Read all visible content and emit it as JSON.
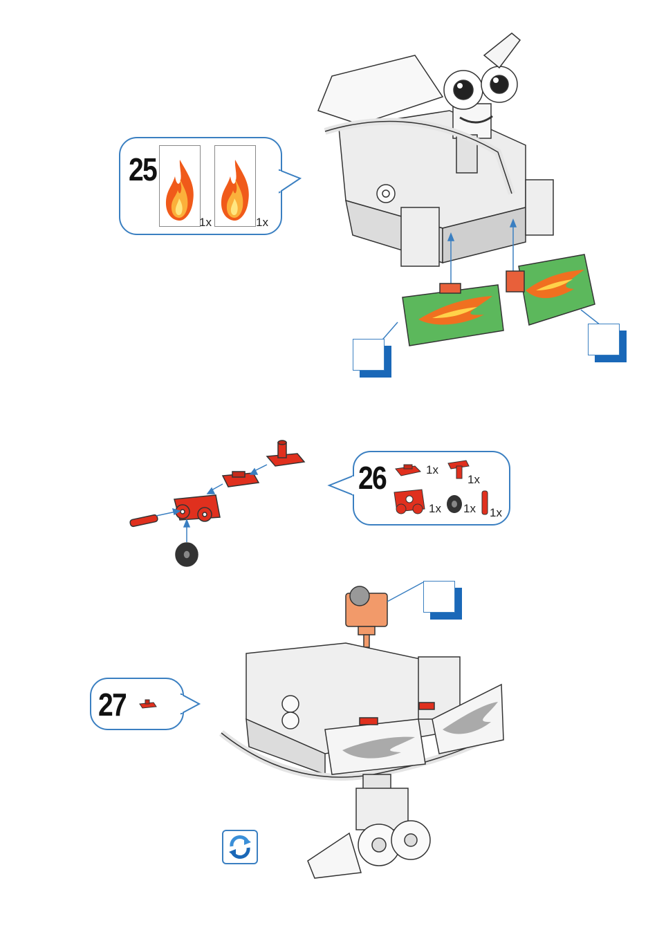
{
  "steps": [
    {
      "number": "25",
      "parts": [
        {
          "icon": "flame-sticker-icon",
          "qty": "1x"
        },
        {
          "icon": "flame-sticker-icon",
          "qty": "1x"
        }
      ]
    },
    {
      "number": "26",
      "parts": [
        {
          "icon": "plate-1x1-icon",
          "qty": "1x"
        },
        {
          "icon": "axle-plate-icon",
          "qty": "1x"
        },
        {
          "icon": "wheel-holder-icon",
          "qty": "1x"
        },
        {
          "icon": "tire-icon",
          "qty": "1x"
        },
        {
          "icon": "pin-icon",
          "qty": "1x"
        }
      ]
    },
    {
      "number": "27",
      "parts": [
        {
          "icon": "small-red-plate-icon",
          "qty": ""
        }
      ]
    }
  ],
  "colors": {
    "accent_blue": "#1a68b8",
    "callout_border": "#3a7fc1",
    "brick_red": "#e0301e",
    "sticker_green": "#5cb85c",
    "flame_orange": "#f07020"
  },
  "rotate_icon": "rotate-model-icon"
}
